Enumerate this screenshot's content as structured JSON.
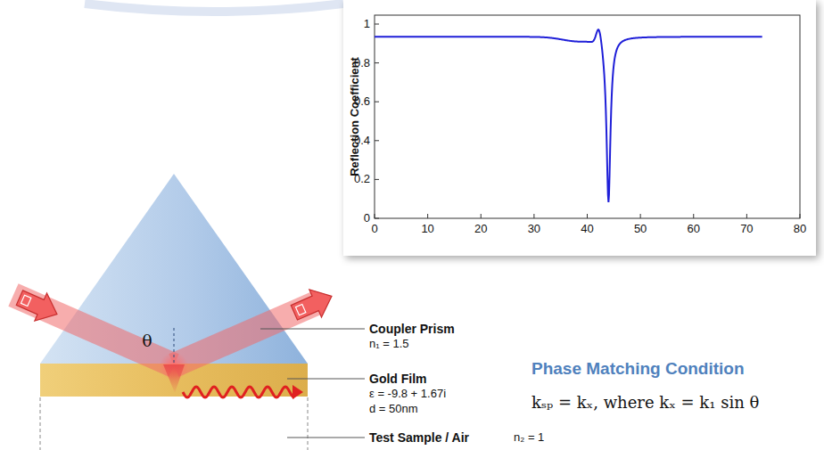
{
  "diagram": {
    "labels": [
      "Reflection Coefficient",
      "0",
      "0.2",
      "0.4",
      "0.6",
      "0.8",
      "1",
      "0",
      "10",
      "20",
      "30",
      "40",
      "50",
      "60",
      "70",
      "80",
      "θ",
      "Coupler Prism",
      "n₁ = 1.5",
      "Gold Film",
      "ε = -9.8 + 1.67i",
      "d = 50nm",
      "Test Sample / Air",
      "n₂ = 1",
      "Phase Matching Condition",
      "kₛₚ = kₓ, where kₓ = k₁ sin θ"
    ]
  }
}
